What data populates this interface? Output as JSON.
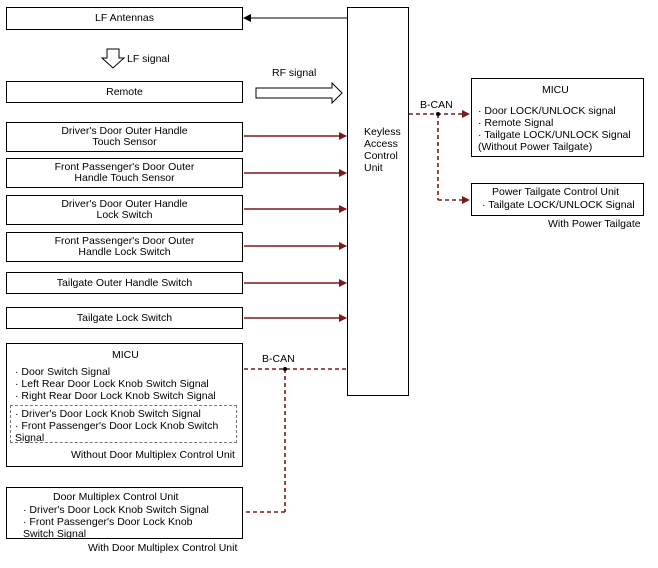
{
  "boxes": {
    "lf_antennas": "LF Antennas",
    "remote": "Remote",
    "driver_handle_touch": [
      "Driver's Door Outer Handle",
      "Touch Sensor"
    ],
    "passenger_handle_touch": [
      "Front Passenger's Door Outer",
      "Handle Touch Sensor"
    ],
    "driver_handle_lock": [
      "Driver's Door Outer Handle",
      "Lock Switch"
    ],
    "passenger_handle_lock": [
      "Front Passenger's Door Outer",
      "Handle Lock Switch"
    ],
    "tailgate_outer": "Tailgate Outer Handle Switch",
    "tailgate_lock": "Tailgate Lock Switch",
    "keyless": [
      "Keyless",
      "Access",
      "Control",
      "Unit"
    ]
  },
  "signals": {
    "lf_signal": "LF signal",
    "rf_signal": "RF signal",
    "bcan_right": "B-CAN",
    "bcan_left": "B-CAN"
  },
  "micu_right": {
    "title": "MICU",
    "lines": [
      "· Door LOCK/UNLOCK signal",
      "· Remote Signal",
      "· Tailgate LOCK/UNLOCK Signal",
      "(Without Power Tailgate)"
    ]
  },
  "power_tailgate": {
    "title": "Power Tailgate Control Unit",
    "lines": [
      "· Tailgate LOCK/UNLOCK Signal"
    ],
    "caption": "With Power Tailgate"
  },
  "micu_left": {
    "title": "MICU",
    "lines": [
      "· Door Switch Signal",
      "· Left Rear Door Lock Knob Switch Signal",
      "· Right Rear Door Lock Knob Switch Signal"
    ],
    "sub_lines": [
      "· Driver's Door Lock Knob Switch Signal",
      "· Front Passenger's Door Lock Knob Switch",
      "Signal"
    ],
    "caption": "Without Door Multiplex Control Unit"
  },
  "door_multiplex": {
    "title": "Door Multiplex Control Unit",
    "lines": [
      "· Driver's Door Lock Knob Switch Signal",
      "· Front Passenger's Door Lock Knob",
      "Switch Signal"
    ],
    "caption": "With Door Multiplex Control Unit"
  }
}
